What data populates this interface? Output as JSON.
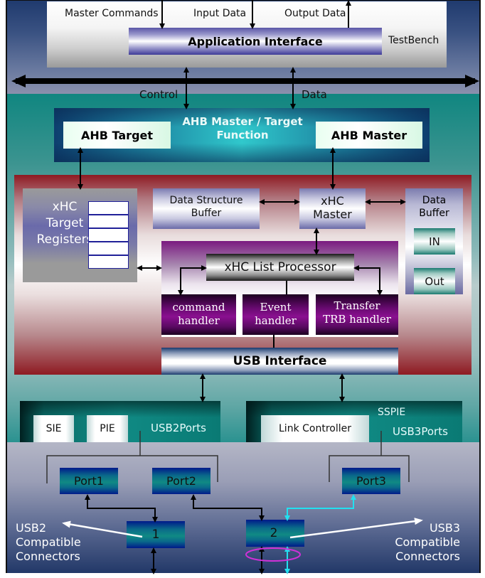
{
  "testbench": {
    "label": "TestBench",
    "signals": {
      "master_commands": "Master Commands",
      "input_data": "Input Data",
      "output_data": "Output Data"
    },
    "application_interface": "Application Interface"
  },
  "bus": {
    "control_label": "Control",
    "data_label": "Data"
  },
  "ahb": {
    "title_line1": "AHB Master / Target",
    "title_line2": "Function",
    "target": "AHB Target",
    "master": "AHB Master"
  },
  "core": {
    "target_registers": [
      "xHC",
      "Target",
      "Registers"
    ],
    "register_count": 5,
    "data_structure_buffer": [
      "Data Structure",
      "Buffer"
    ],
    "xhc_master": [
      "xHC",
      "Master"
    ],
    "data_buffer": {
      "title": [
        "Data",
        "Buffer"
      ],
      "in": "IN",
      "out": "Out"
    },
    "list_processor": "xHC List Processor",
    "handlers": [
      {
        "line1": "command",
        "line2": "handler"
      },
      {
        "line1": "Event",
        "line2": "handler"
      },
      {
        "line1": "Transfer",
        "line2": "TRB handler"
      }
    ],
    "usb_interface": "USB Interface"
  },
  "usb2": {
    "sie": "SIE",
    "pie": "PIE",
    "label": "USB2Ports"
  },
  "usb3": {
    "link_controller": "Link Controller",
    "sspie": "SSPIE",
    "label": "USB3Ports"
  },
  "ports": [
    "Port1",
    "Port2",
    "Port3"
  ],
  "connectors": [
    {
      "id": "1",
      "caption": [
        "USB2",
        "Compatible",
        "Connectors"
      ]
    },
    {
      "id": "2",
      "caption": [
        "USB3",
        "Compatible",
        "Connectors"
      ]
    }
  ],
  "colors": {
    "arrow": "#000000",
    "usb3_link": "#22e0f0",
    "highlight_ellipse": "#d030d8",
    "connector_pointer": "#ffffff"
  }
}
